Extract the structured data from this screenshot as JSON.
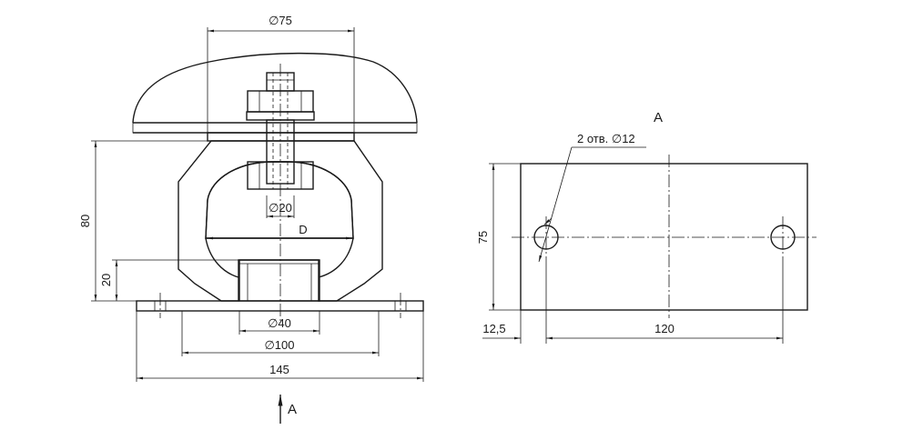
{
  "dimensions": {
    "d75": "∅75",
    "d20": "∅20",
    "d_inner": "D",
    "d40": "∅40",
    "d100": "∅100",
    "w145": "145",
    "h80": "80",
    "h20": "20",
    "h75": "75",
    "off12_5": "12,5",
    "w120": "120"
  },
  "view": {
    "arrow_label": "A",
    "title": "A",
    "holes_note": "2 отв. ∅12"
  }
}
